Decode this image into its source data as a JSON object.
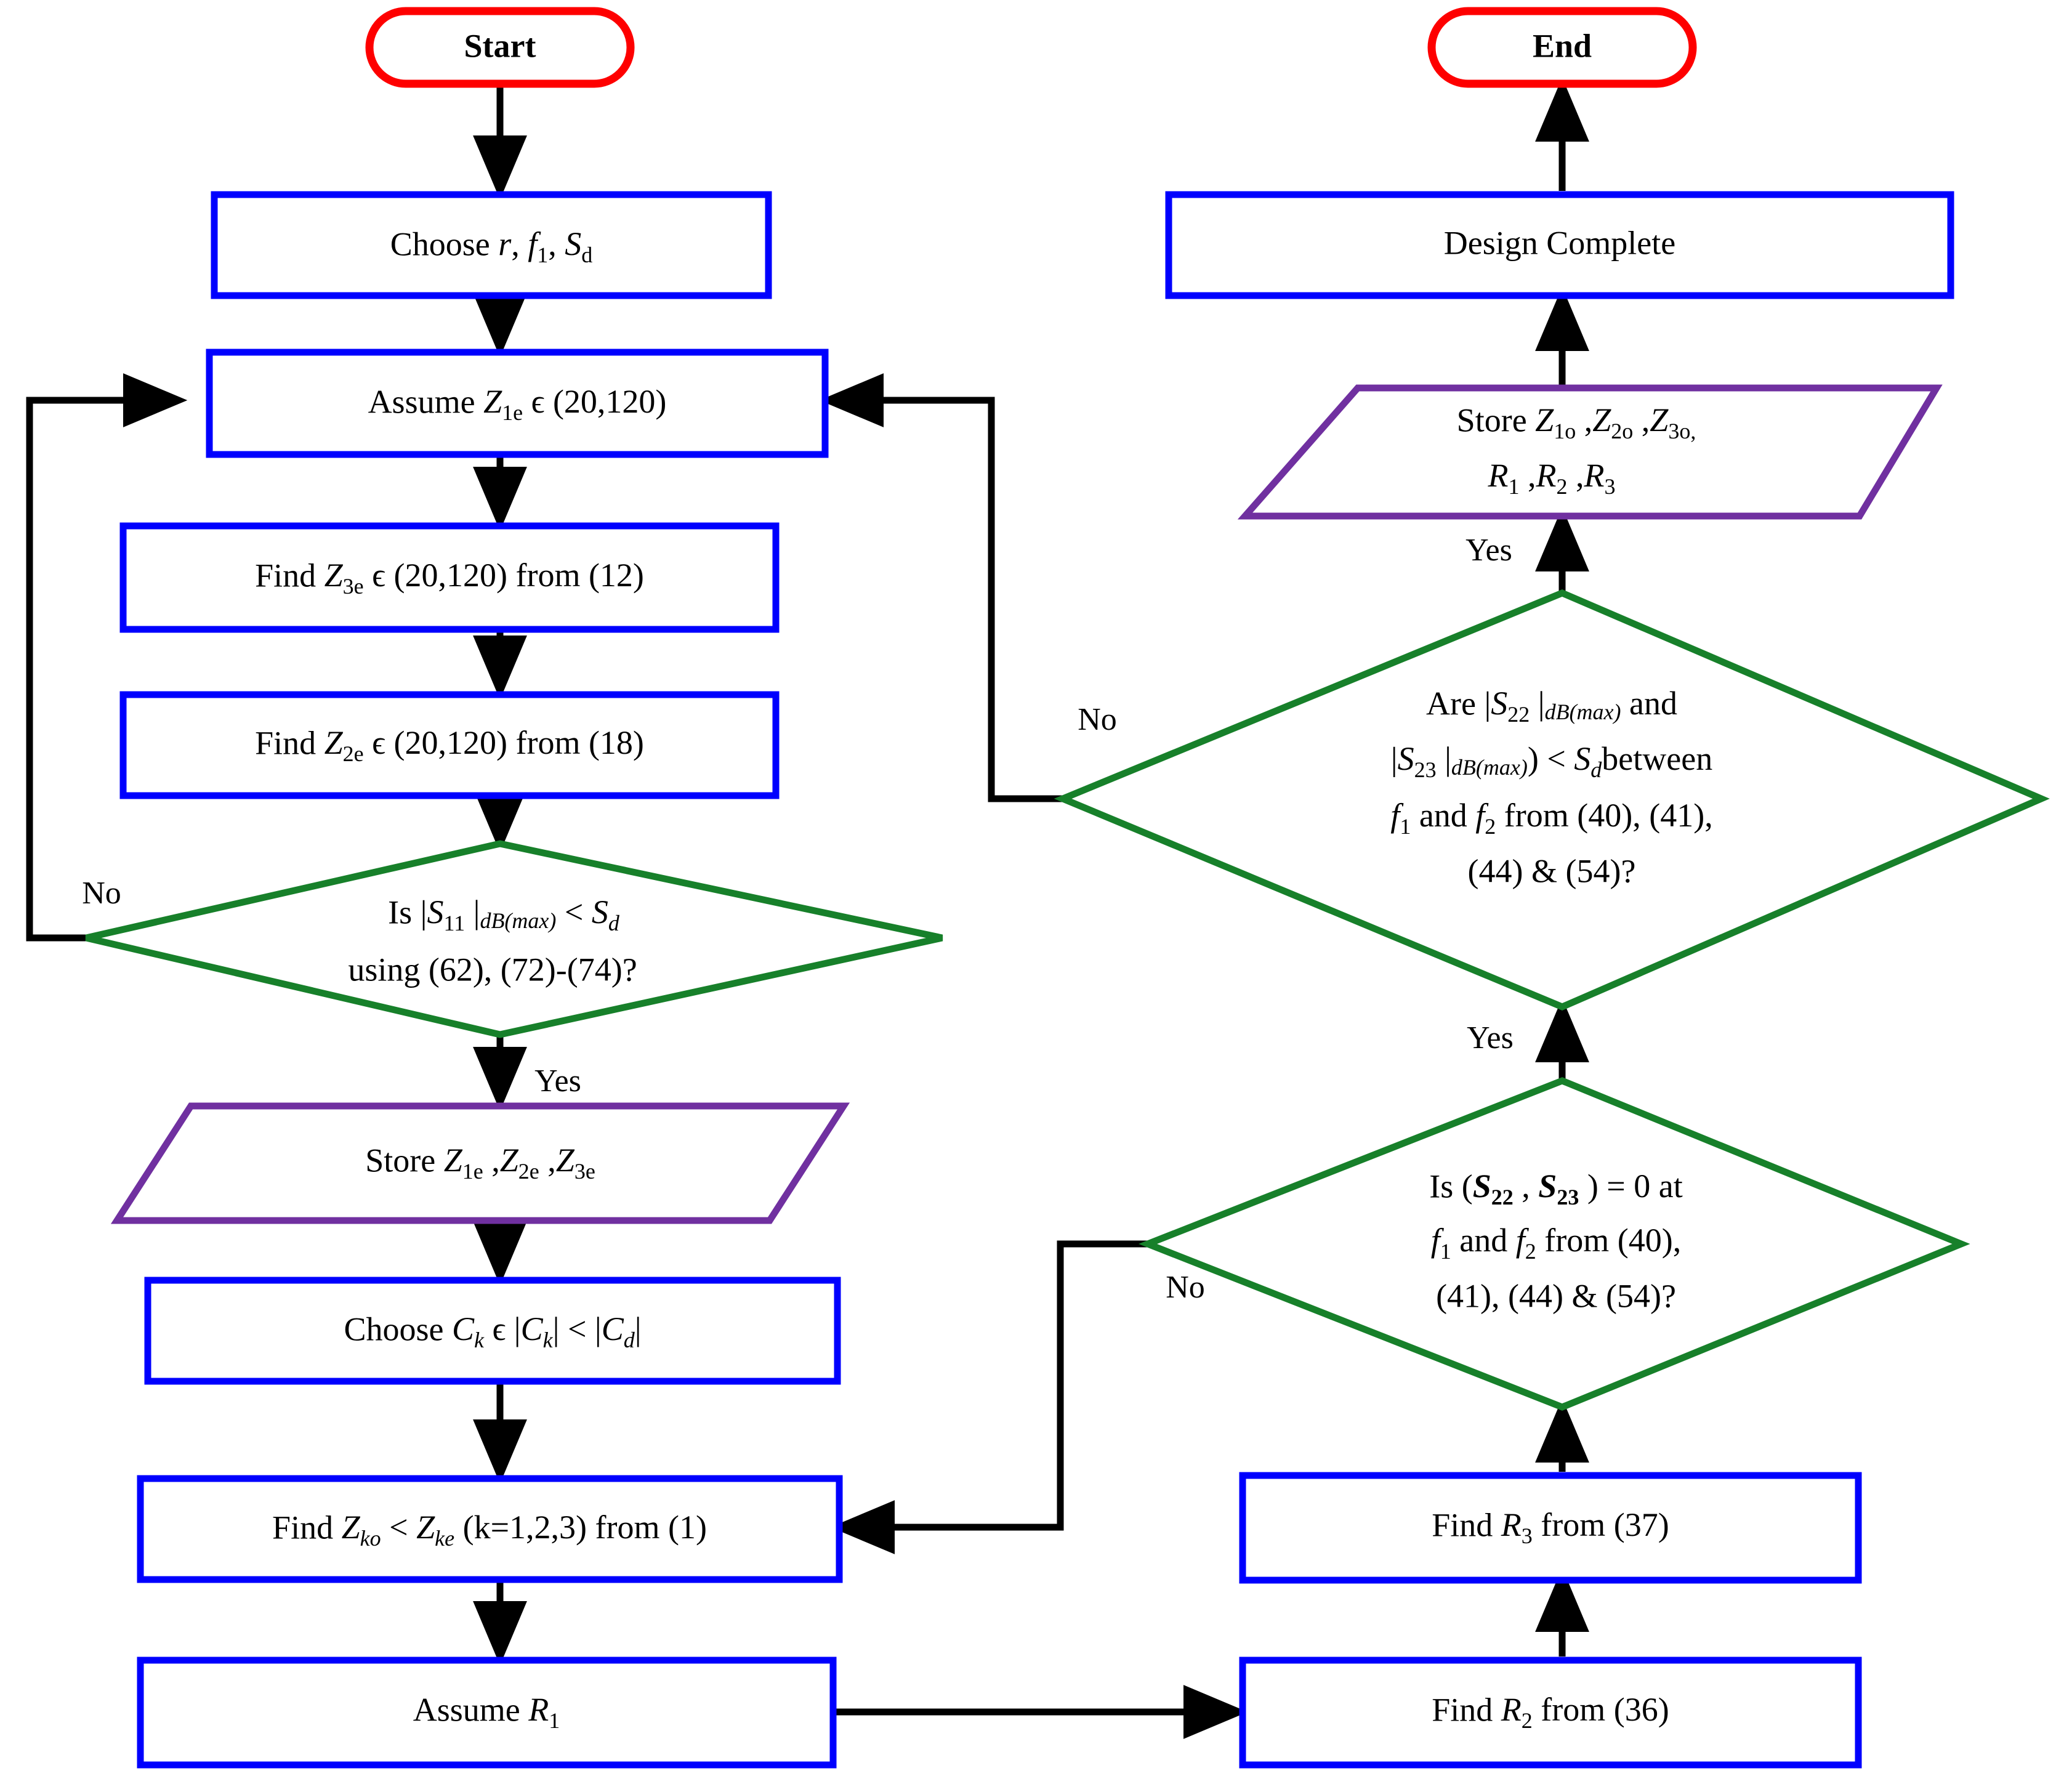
{
  "diagram": {
    "title": "Design procedure flowchart",
    "colors": {
      "terminator": "#fe0000",
      "process": "#0000fe",
      "decision": "#17802a",
      "io": "#7030a0",
      "connector": "#000000",
      "background": "#ffffff"
    },
    "nodes": {
      "start": {
        "shape": "terminator",
        "label": "Start"
      },
      "end": {
        "shape": "terminator",
        "label": "End"
      },
      "choose_r_f1_sd": {
        "shape": "process",
        "label": "Choose r, f1, Sd",
        "line1": "Choose "
      },
      "assume_z1e": {
        "shape": "process",
        "label": "Assume Z1e ϵ (20,120)",
        "prefix": "Assume ",
        "range": " ϵ (20,120)"
      },
      "find_z3e": {
        "shape": "process",
        "label": "Find Z3e ϵ (20,120) from (12)",
        "prefix": "Find ",
        "suffix": " ϵ (20,120) from (12)"
      },
      "find_z2e": {
        "shape": "process",
        "label": "Find Z2e ϵ (20,120) from (18)",
        "prefix": "Find ",
        "suffix": " ϵ (20,120) from (18)"
      },
      "decision_s11": {
        "shape": "decision",
        "line1": "Is |S11 |dB(max) < Sd",
        "line2": "using (62), (72)-(74)?"
      },
      "store_even": {
        "shape": "io",
        "label": "Store Z1e ,Z2e ,Z3e"
      },
      "choose_ck": {
        "shape": "process",
        "label": "Choose Ck ϵ |Ck| < |Cd|"
      },
      "find_zko": {
        "shape": "process",
        "label": "Find Zko < Zke (k=1,2,3) from (1)"
      },
      "assume_r1": {
        "shape": "process",
        "label": "Assume R1"
      },
      "find_r2": {
        "shape": "process",
        "label": "Find R2 from (36)"
      },
      "find_r3": {
        "shape": "process",
        "label": "Find R3 from (37)"
      },
      "decision_s22_s23_zero": {
        "shape": "decision",
        "line1": "Is (S22 , S23 ) = 0 at",
        "line2": "f1 and f2 from (40),",
        "line3": "(41), (44) & (54)?"
      },
      "decision_s22_s23_db": {
        "shape": "decision",
        "line1": "Are |S22 |dB(max) and",
        "line2": "|S23 |dB(max)) < Sd between",
        "line3": "f1 and f2 from (40), (41),",
        "line4": "(44) & (54)?"
      },
      "store_odd": {
        "shape": "io",
        "line1": "Store Z1o ,Z2o ,Z3o,",
        "line2": "R1 ,R2 ,R3"
      },
      "design_complete": {
        "shape": "process",
        "label": "Design Complete"
      }
    },
    "edge_labels": {
      "no_s11": "No",
      "yes_s11": "Yes",
      "no_s22_zero": "No",
      "yes_s22_zero": "Yes",
      "no_s22_db": "No",
      "yes_s22_db": "Yes"
    }
  }
}
